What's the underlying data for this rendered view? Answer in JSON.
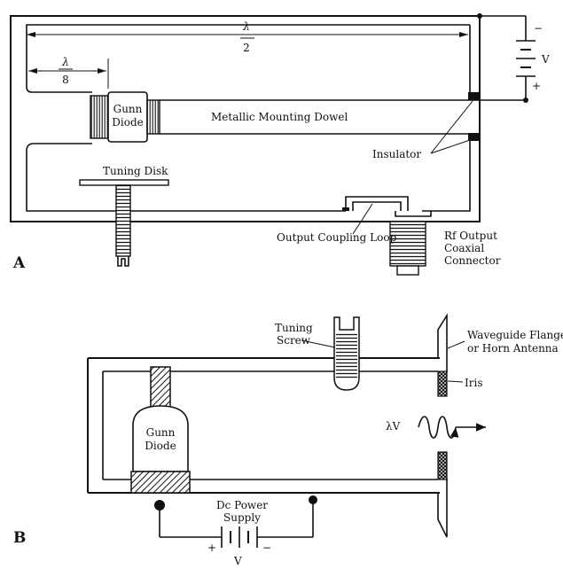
{
  "panel_a": {
    "letter": "A",
    "lambda_half": {
      "numerator": "λ",
      "denominator": "2"
    },
    "lambda_eighth": {
      "numerator": "λ",
      "denominator": "8"
    },
    "gunn_diode": [
      "Gunn",
      "Diode"
    ],
    "dowel": "Metallic Mounting Dowel",
    "insulator": "Insulator",
    "tuning_disk": "Tuning Disk",
    "output_loop": "Output Coupling  Loop",
    "rf_output": [
      "Rf Output",
      "Coaxial",
      "Connector"
    ],
    "battery": {
      "minus": "−",
      "plus": "+",
      "v": "V"
    }
  },
  "panel_b": {
    "letter": "B",
    "tuning_screw": [
      "Tuning",
      "Screw"
    ],
    "flange": [
      "Waveguide Flange",
      "or Horn Antenna"
    ],
    "iris": "Iris",
    "gunn_diode": [
      "Gunn",
      "Diode"
    ],
    "wave_label": "λV",
    "power_supply": [
      "Dc Power",
      "Supply"
    ],
    "battery": {
      "plus": "+",
      "minus": "−",
      "v": "V"
    }
  }
}
